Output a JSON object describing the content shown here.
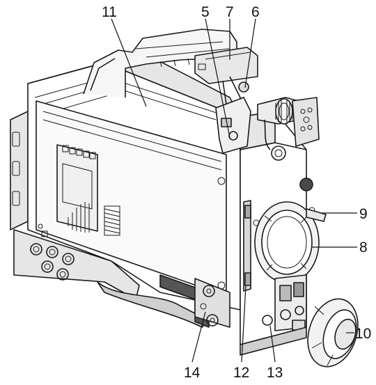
{
  "callouts": [
    {
      "id": "11",
      "label": "11"
    },
    {
      "id": "5",
      "label": "5"
    },
    {
      "id": "7",
      "label": "7"
    },
    {
      "id": "6",
      "label": "6"
    },
    {
      "id": "9",
      "label": "9"
    },
    {
      "id": "8",
      "label": "8"
    },
    {
      "id": "10",
      "label": "10"
    },
    {
      "id": "14",
      "label": "14"
    },
    {
      "id": "12",
      "label": "12"
    },
    {
      "id": "13",
      "label": "13"
    }
  ]
}
